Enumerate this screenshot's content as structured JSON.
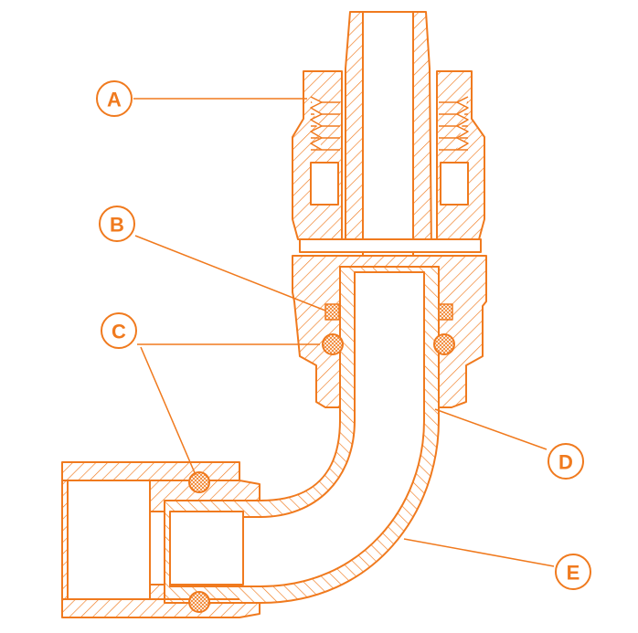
{
  "diagram": {
    "colors": {
      "line": "#f07a1e",
      "fill": "#ffffff",
      "hatch": "#f07a1e"
    },
    "callouts": [
      {
        "id": "A",
        "label": "A"
      },
      {
        "id": "B",
        "label": "B"
      },
      {
        "id": "C",
        "label": "C"
      },
      {
        "id": "D",
        "label": "D"
      },
      {
        "id": "E",
        "label": "E"
      }
    ]
  }
}
